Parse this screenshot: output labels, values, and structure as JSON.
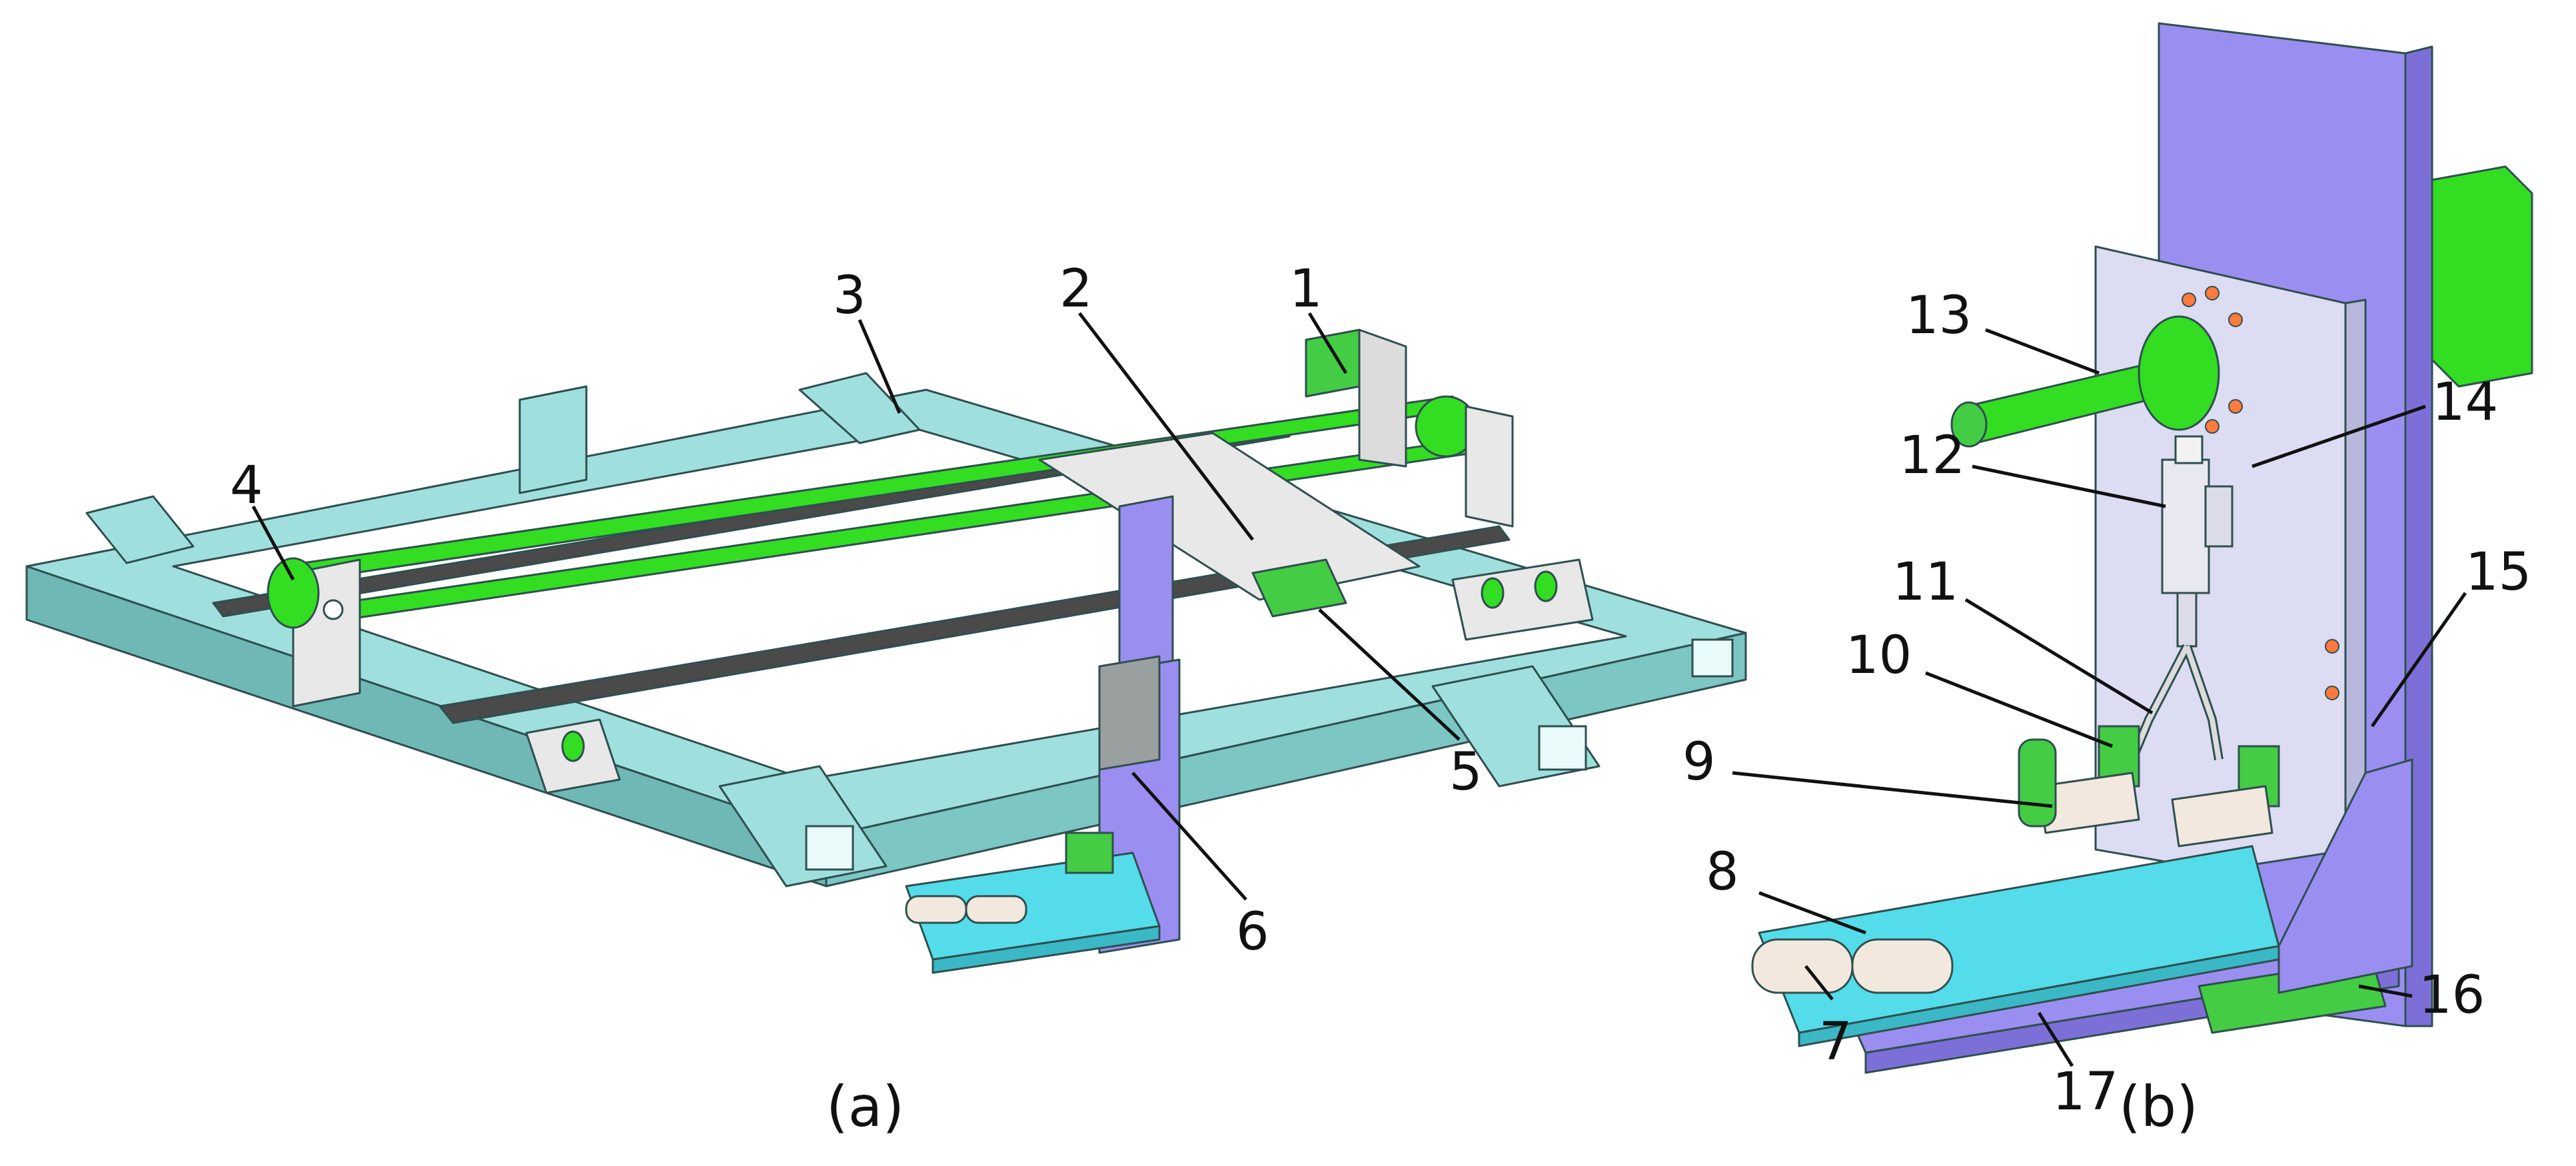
{
  "colors": {
    "frame": "#9fe0de",
    "frame_side": "#6fb8b6",
    "rod": "#33dd22",
    "motor": "#44cc44",
    "rail": "#4a4a4a",
    "plate_purple": "#9a8ff0",
    "plate_purple_dark": "#7c70d8",
    "plate_light": "#dcdcf2",
    "bracket": "#e8e8e8",
    "gripper_base": "#55dcea",
    "teeth": "#f2e8de",
    "bolt_orange": "#ff7a3d"
  },
  "panel_a": {
    "caption": "(a)",
    "callouts": [
      {
        "number": "1"
      },
      {
        "number": "2"
      },
      {
        "number": "3"
      },
      {
        "number": "4"
      },
      {
        "number": "5"
      },
      {
        "number": "6"
      }
    ]
  },
  "panel_b": {
    "caption": "(b)",
    "callouts": [
      {
        "number": "7"
      },
      {
        "number": "8"
      },
      {
        "number": "9"
      },
      {
        "number": "10"
      },
      {
        "number": "11"
      },
      {
        "number": "12"
      },
      {
        "number": "13"
      },
      {
        "number": "14"
      },
      {
        "number": "15"
      },
      {
        "number": "16"
      },
      {
        "number": "17"
      }
    ]
  }
}
